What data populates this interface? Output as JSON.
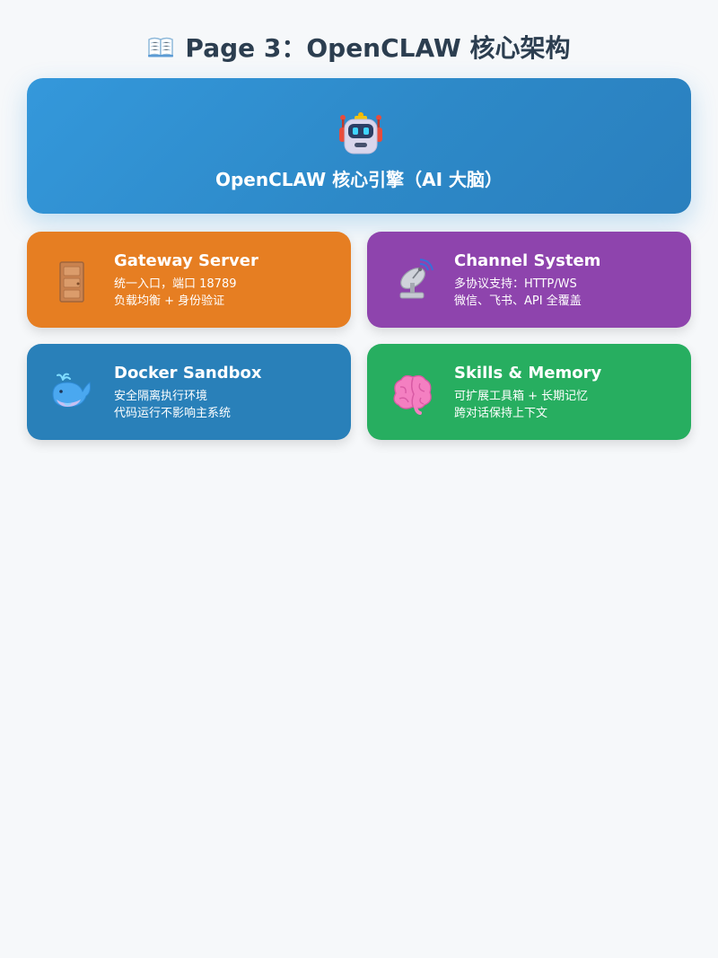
{
  "page": {
    "title": "Page 3：OpenCLAW 核心架构",
    "title_icon": "open-book-icon"
  },
  "engine": {
    "label": "OpenCLAW 核心引擎（AI 大脑）",
    "icon": "robot-icon",
    "color": "#3498db"
  },
  "components": [
    {
      "title": "Gateway Server",
      "lines": [
        "统一入口，端口 18789",
        "负载均衡 + 身份验证"
      ],
      "icon": "door-icon",
      "color": "#e67e22"
    },
    {
      "title": "Channel System",
      "lines": [
        "多协议支持：HTTP/WS",
        "微信、飞书、API 全覆盖"
      ],
      "icon": "satellite-antenna-icon",
      "color": "#8e44ad"
    },
    {
      "title": "Docker Sandbox",
      "lines": [
        "安全隔离执行环境",
        "代码运行不影响主系统"
      ],
      "icon": "spouting-whale-icon",
      "color": "#2980b9"
    },
    {
      "title": "Skills & Memory",
      "lines": [
        "可扩展工具箱 + 长期记忆",
        "跨对话保持上下文"
      ],
      "icon": "brain-icon",
      "color": "#27ae60"
    }
  ]
}
